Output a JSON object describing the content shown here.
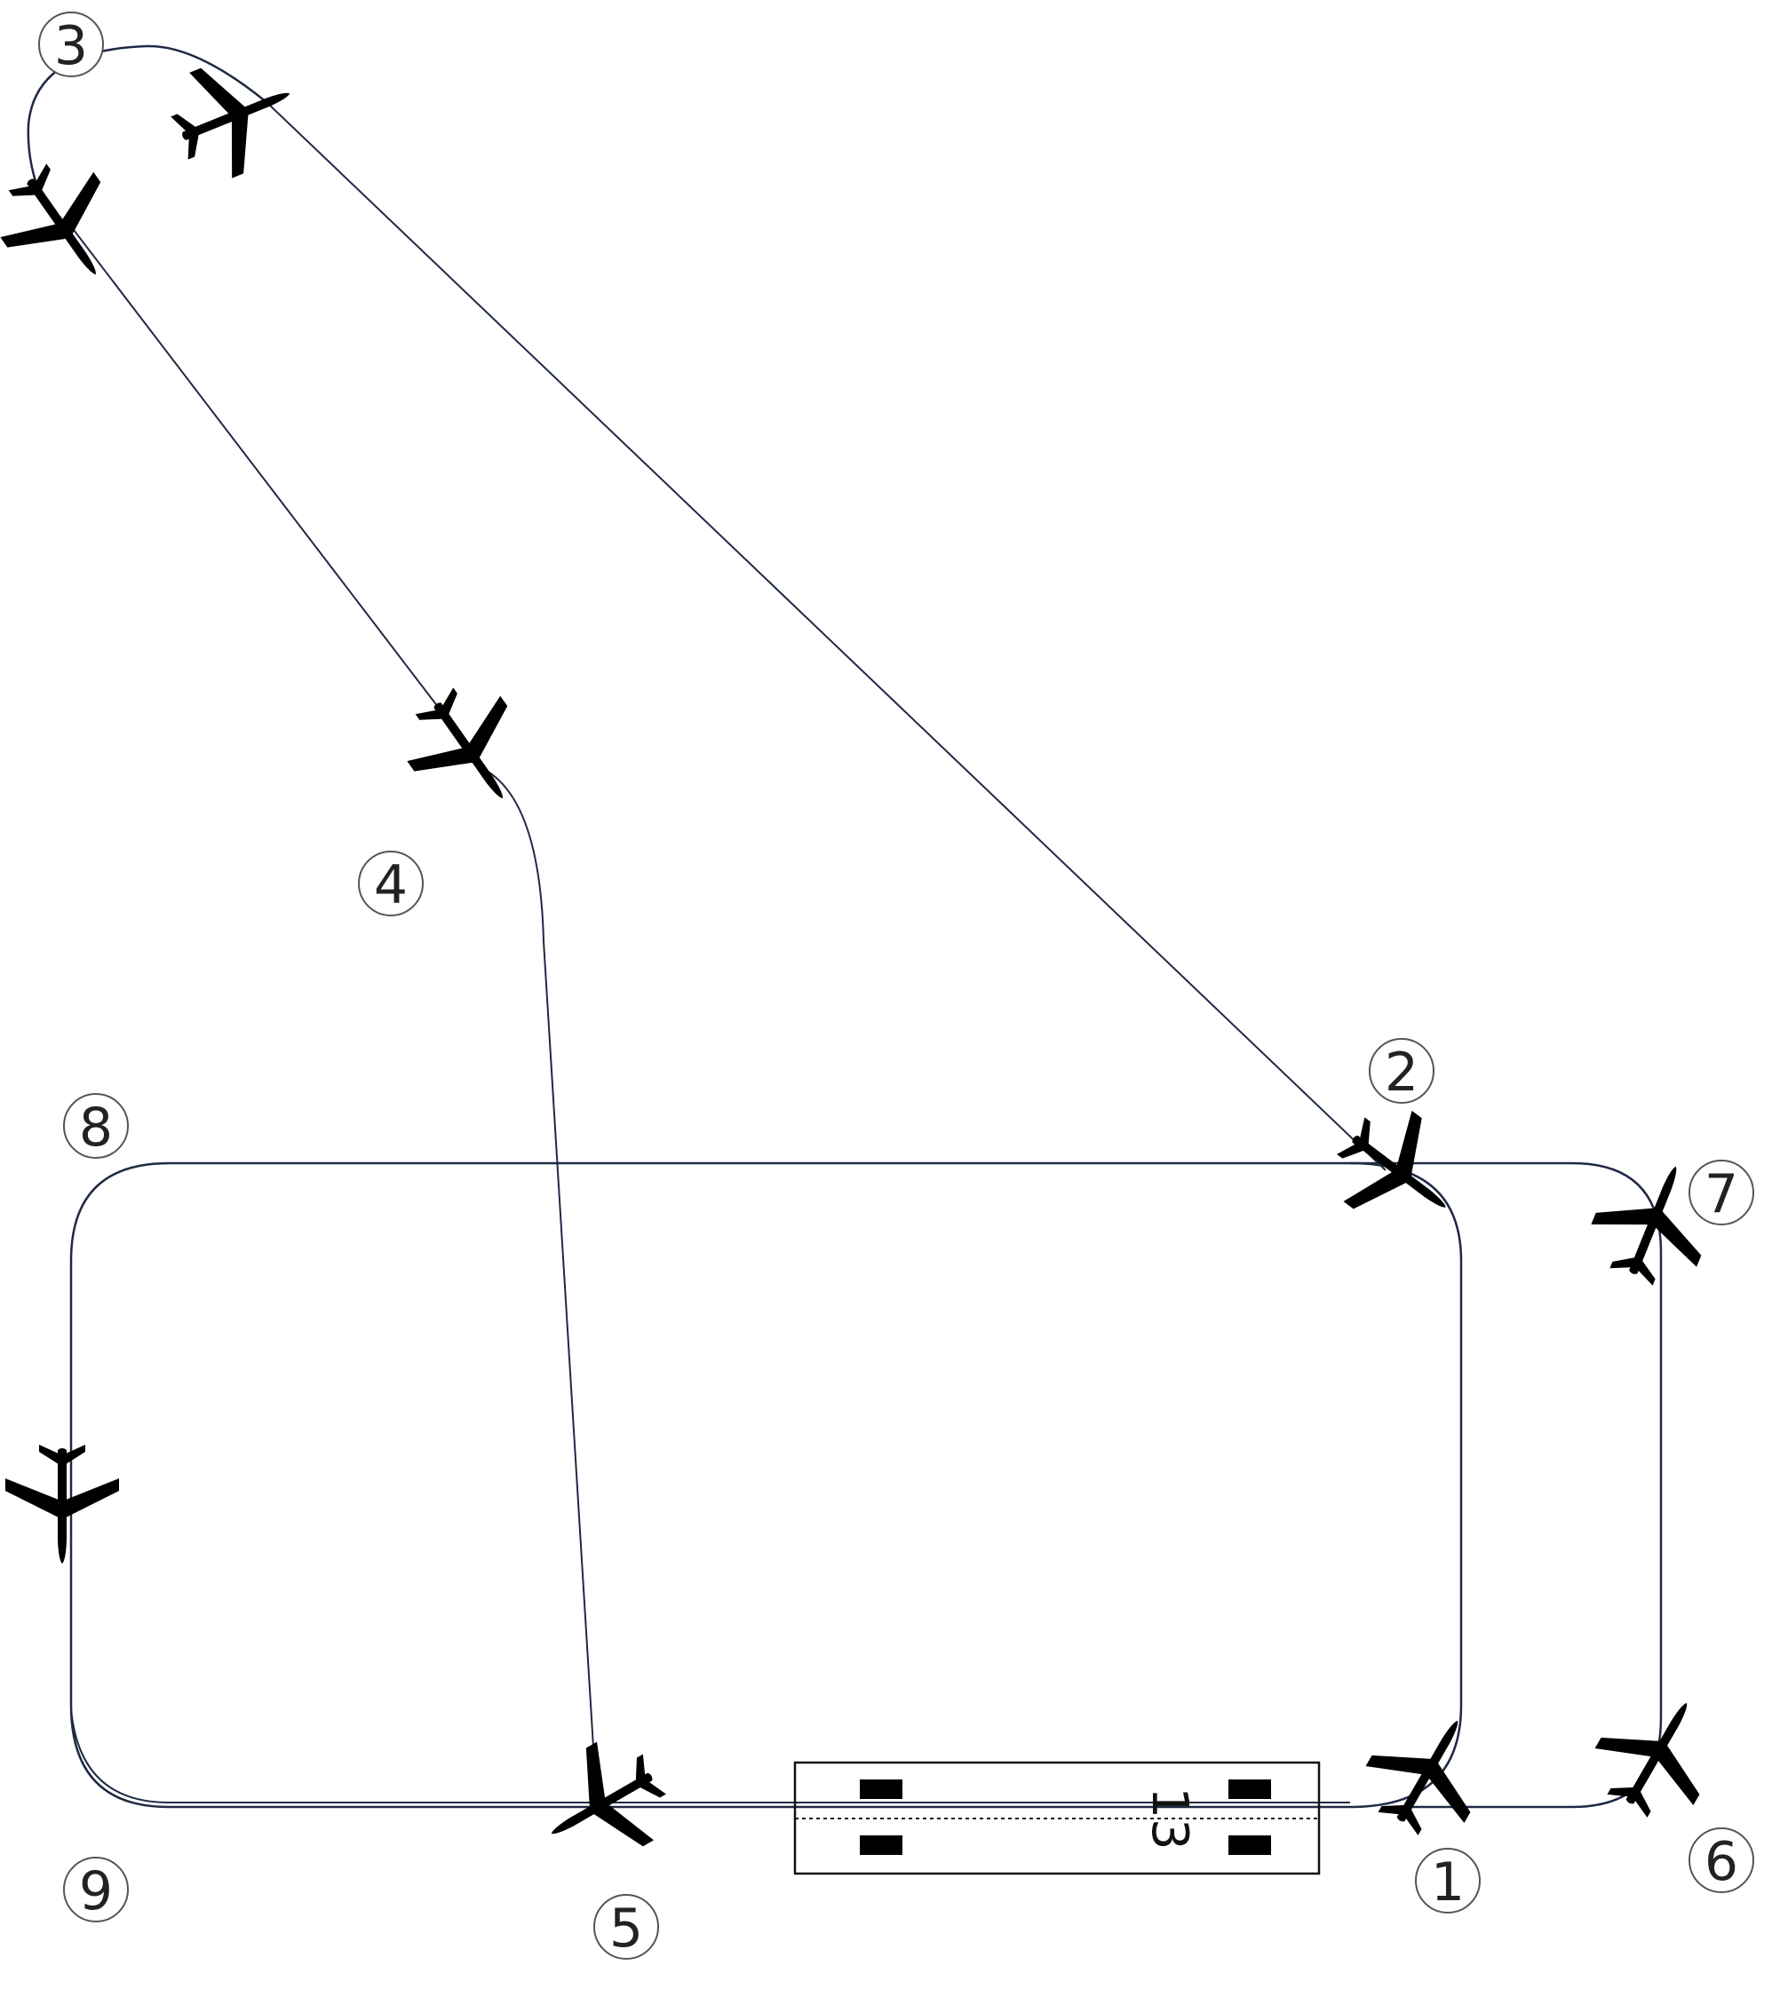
{
  "waypoints": [
    {
      "id": "wp1",
      "label": "1"
    },
    {
      "id": "wp2",
      "label": "2"
    },
    {
      "id": "wp3",
      "label": "3"
    },
    {
      "id": "wp4",
      "label": "4"
    },
    {
      "id": "wp5",
      "label": "5"
    },
    {
      "id": "wp6",
      "label": "6"
    },
    {
      "id": "wp7",
      "label": "7"
    },
    {
      "id": "wp8",
      "label": "8"
    },
    {
      "id": "wp9",
      "label": "9"
    }
  ],
  "runway": {
    "number": "13"
  },
  "icons": {
    "aircraft": "airplane-icon"
  },
  "colors": {
    "path": "#1f2a44",
    "aircraft": "#000000"
  }
}
